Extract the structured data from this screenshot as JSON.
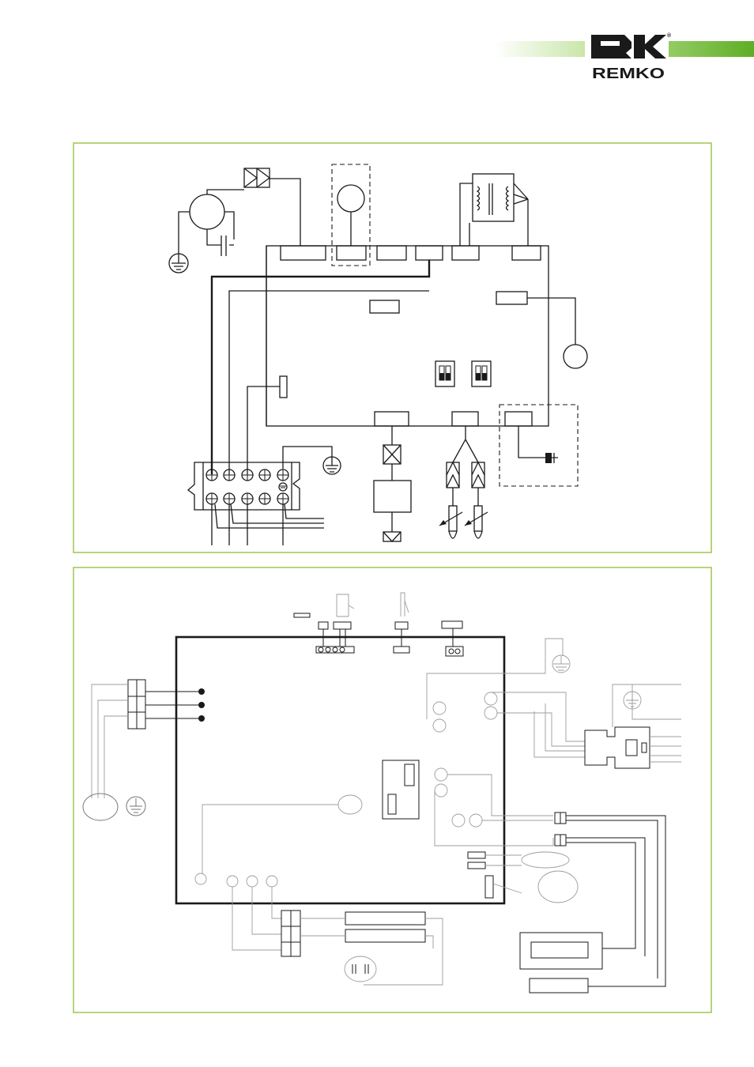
{
  "header": {
    "brand_name": "REMKO",
    "brand_symbol": "®",
    "accent_bar_color": "#6ab42d",
    "brand_color": "#1a1a1a"
  },
  "panels": [
    {
      "id": "panel-1",
      "frame_color": "#a3c95a"
    },
    {
      "id": "panel-2",
      "frame_color": "#a3c95a"
    }
  ]
}
